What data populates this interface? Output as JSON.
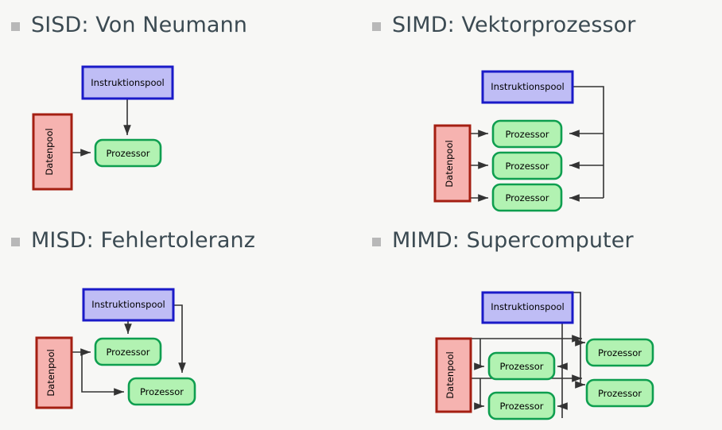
{
  "slide": {
    "background_color": "#f7f7f5",
    "bullet_color": "#b8b8b8",
    "heading_color": "#3b4a52"
  },
  "palette": {
    "instruction_fill": "#bfbdf5",
    "instruction_stroke": "#1a1ac8",
    "data_fill": "#f6b3b0",
    "data_stroke": "#a41f12",
    "processor_fill": "#b2f2b2",
    "processor_stroke": "#0e9e4f",
    "arrow_color": "#333333"
  },
  "labels": {
    "instruction_pool": "Instruktionspool",
    "data_pool": "Datenpool",
    "processor": "Prozessor"
  },
  "quadrants": [
    {
      "id": "sisd",
      "heading": "SISD: Von Neumann",
      "instruction_pools": 1,
      "data_pools": 1,
      "processors": 1
    },
    {
      "id": "simd",
      "heading": "SIMD: Vektorprozessor",
      "instruction_pools": 1,
      "data_pools": 1,
      "processors": 3
    },
    {
      "id": "misd",
      "heading": "MISD: Fehlertoleranz",
      "instruction_pools": 1,
      "data_pools": 1,
      "processors": 2
    },
    {
      "id": "mimd",
      "heading": "MIMD: Supercomputer",
      "instruction_pools": 1,
      "data_pools": 1,
      "processors": 4
    }
  ]
}
